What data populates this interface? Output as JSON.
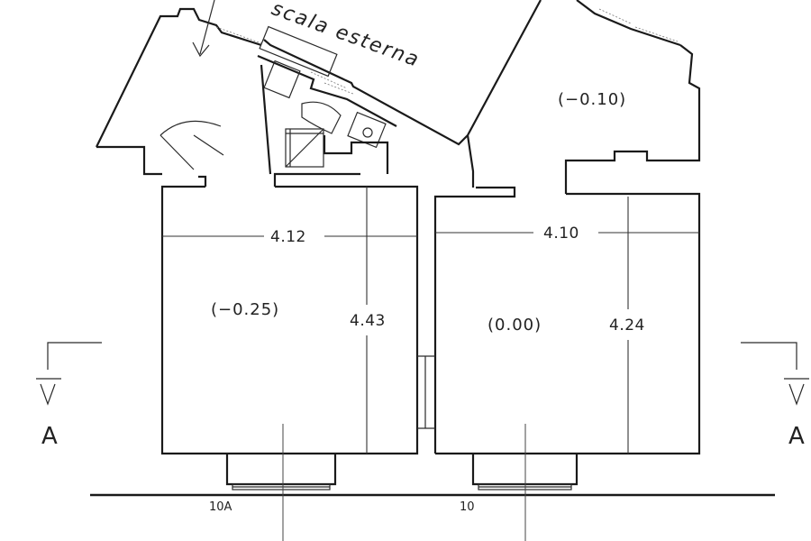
{
  "labels": {
    "stair": "scala esterna",
    "level_courtyard": "(−0.10)",
    "level_left_room": "(−0.25)",
    "level_right_room": "(0.00)",
    "width_left_room": "4.12",
    "depth_left_room": "4.43",
    "width_right_room": "4.10",
    "depth_right_room": "4.24",
    "section_left": "A",
    "section_right": "A",
    "civic_left": "10A",
    "civic_right": "10"
  }
}
